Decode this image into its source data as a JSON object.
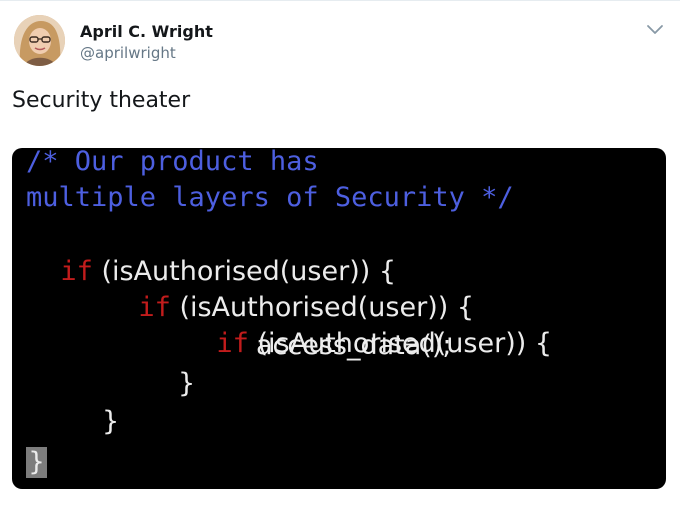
{
  "tweet": {
    "author_name": "April C. Wright",
    "author_handle": "@aprilwright",
    "text": "Security theater"
  },
  "code_image": {
    "comment_line_1": "/* Our product has",
    "comment_line_2": "multiple layers of Security */",
    "if_keyword": "if",
    "condition": " (isAuthorised(user)) {",
    "call": "access_data();",
    "close_brace": "}",
    "cursor_brace": "}"
  },
  "colors": {
    "comment": "#4d5fe0",
    "keyword": "#c21c1c",
    "code_text": "#ececec",
    "code_background": "#000000"
  },
  "icons": [
    "avatar",
    "chevron-down-icon"
  ]
}
